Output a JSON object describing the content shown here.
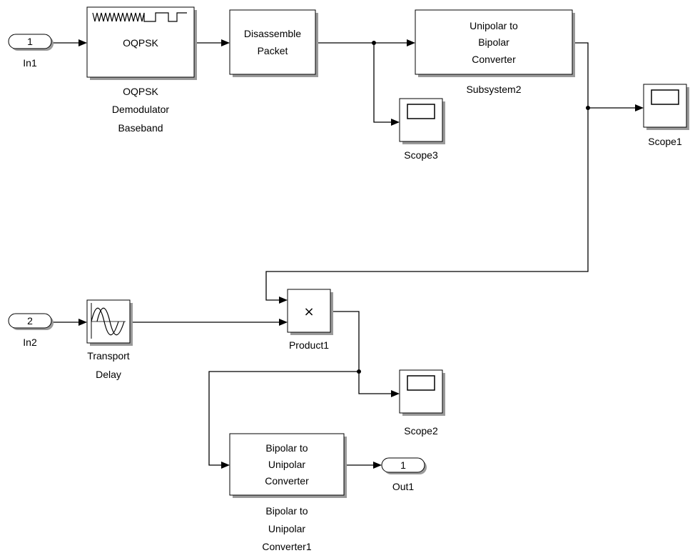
{
  "blocks": {
    "in1": {
      "port_number": "1",
      "label": "In1"
    },
    "in2": {
      "port_number": "2",
      "label": "In2"
    },
    "out1": {
      "port_number": "1",
      "label": "Out1"
    },
    "oqpsk": {
      "text": "OQPSK",
      "label_lines": [
        "OQPSK",
        "Demodulator",
        "Baseband"
      ]
    },
    "disassemble": {
      "text_lines": [
        "Disassemble",
        "Packet"
      ]
    },
    "subsystem2": {
      "text_lines": [
        "Unipolar to",
        "Bipolar",
        "Converter"
      ],
      "label": "Subsystem2"
    },
    "scope1": {
      "label": "Scope1"
    },
    "scope2": {
      "label": "Scope2"
    },
    "scope3": {
      "label": "Scope3"
    },
    "transport_delay": {
      "label_lines": [
        "Transport",
        "Delay"
      ]
    },
    "product1": {
      "symbol": "×",
      "label": "Product1"
    },
    "bipolar_conv": {
      "text_lines": [
        "Bipolar to",
        "Unipolar",
        "Converter"
      ],
      "label_lines": [
        "Bipolar to",
        "Unipolar",
        "Converter1"
      ]
    }
  },
  "icons": [
    "wave-icon",
    "transport-delay-icon",
    "scope-screen-icon",
    "multiply-icon"
  ]
}
